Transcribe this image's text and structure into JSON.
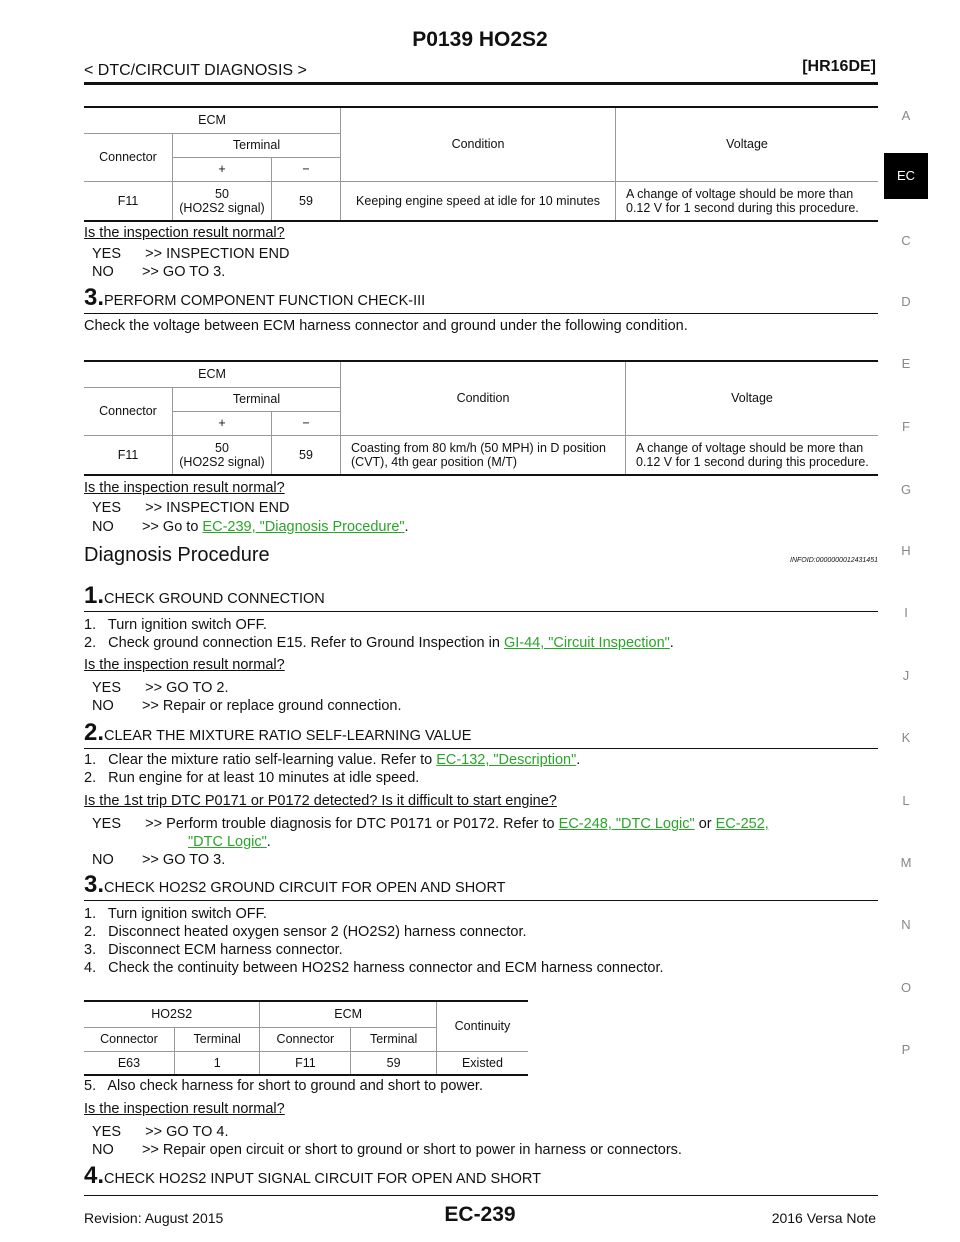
{
  "header": {
    "title": "P0139 HO2S2",
    "breadcrumb": "< DTC/CIRCUIT DIAGNOSIS >",
    "model": "[HR16DE]"
  },
  "side_tabs": [
    "A",
    "EC",
    "C",
    "D",
    "E",
    "F",
    "G",
    "H",
    "I",
    "J",
    "K",
    "L",
    "M",
    "N",
    "O",
    "P"
  ],
  "table1": {
    "h_ecm": "ECM",
    "h_connector": "Connector",
    "h_terminal": "Terminal",
    "h_plus": "+",
    "h_minus": "−",
    "h_condition": "Condition",
    "h_voltage": "Voltage",
    "connector": "F11",
    "terminal_plus": "50",
    "terminal_plus_sub": "(HO2S2 signal)",
    "terminal_minus": "59",
    "condition": "Keeping engine speed at idle for 10 minutes",
    "voltage_line1": "A change of voltage should be more than",
    "voltage_line2": "0.12 V for 1 second during this procedure."
  },
  "q1": "Is the inspection result normal?",
  "q1_yes": "YES      >> INSPECTION END",
  "q1_no": "NO       >> GO TO 3.",
  "step3a": {
    "num": "3.",
    "title": "PERFORM COMPONENT FUNCTION CHECK-III",
    "text": "Check the voltage between ECM harness connector and ground under the following condition."
  },
  "table2": {
    "h_ecm": "ECM",
    "h_connector": "Connector",
    "h_terminal": "Terminal",
    "h_plus": "+",
    "h_minus": "−",
    "h_condition": "Condition",
    "h_voltage": "Voltage",
    "connector": "F11",
    "terminal_plus": "50",
    "terminal_plus_sub": "(HO2S2 signal)",
    "terminal_minus": "59",
    "condition_line1": "Coasting from 80 km/h (50 MPH) in D position",
    "condition_line2": "(CVT), 4th gear position (M/T)",
    "voltage_line1": "A change of voltage should be more than",
    "voltage_line2": "0.12 V for 1 second during this procedure."
  },
  "q2": "Is the inspection result normal?",
  "q2_yes": "YES      >> INSPECTION END",
  "q2_no_prefix": "NO       >> Go to ",
  "q2_no_link": "EC-239, \"Diagnosis Procedure\"",
  "q2_no_suffix": ".",
  "section": {
    "title": "Diagnosis Procedure",
    "infoid": "INFOID:0000000012431451"
  },
  "step1": {
    "num": "1.",
    "title": "CHECK GROUND CONNECTION",
    "line1": "1.   Turn ignition switch OFF.",
    "line2_prefix": "2.   Check ground connection E15. Refer to Ground Inspection in ",
    "line2_link": "GI-44, \"Circuit Inspection\"",
    "line2_suffix": ".",
    "question": "Is the inspection result normal?",
    "yes": "YES      >> GO TO 2.",
    "no": "NO       >> Repair or replace ground connection."
  },
  "step2": {
    "num": "2.",
    "title": "CLEAR THE MIXTURE RATIO SELF-LEARNING VALUE",
    "line1_prefix": "1.   Clear the mixture ratio self-learning value. Refer to ",
    "line1_link": "EC-132, \"Description\"",
    "line1_suffix": ".",
    "line2": "2.   Run engine for at least 10 minutes at idle speed.",
    "question": "Is the 1st trip DTC P0171 or P0172 detected? Is it difficult to start engine?",
    "yes_prefix": "YES      >> Perform trouble diagnosis for DTC P0171 or P0172. Refer to ",
    "yes_link1": "EC-248, \"DTC Logic\"",
    "yes_mid": " or ",
    "yes_link2a": "EC-252,",
    "yes_link2b": "\"DTC Logic\"",
    "yes_suffix": ".",
    "no": "NO       >> GO TO 3."
  },
  "step3b": {
    "num": "3.",
    "title": "CHECK HO2S2 GROUND CIRCUIT FOR OPEN AND SHORT",
    "line1": "1.   Turn ignition switch OFF.",
    "line2": "2.   Disconnect heated oxygen sensor 2 (HO2S2) harness connector.",
    "line3": "3.   Disconnect ECM harness connector.",
    "line4": "4.   Check the continuity between HO2S2 harness connector and ECM harness connector.",
    "table": {
      "h_ho2s2": "HO2S2",
      "h_ecm": "ECM",
      "h_continuity": "Continuity",
      "h_connector1": "Connector",
      "h_terminal1": "Terminal",
      "h_connector2": "Connector",
      "h_terminal2": "Terminal",
      "c1": "E63",
      "t1": "1",
      "c2": "F11",
      "t2": "59",
      "continuity": "Existed"
    },
    "line5": "5.   Also check harness for short to ground and short to power.",
    "question": "Is the inspection result normal?",
    "yes": "YES      >> GO TO 4.",
    "no": "NO       >> Repair open circuit or short to ground or short to power in harness or connectors."
  },
  "step4": {
    "num": "4.",
    "title": "CHECK HO2S2 INPUT SIGNAL CIRCUIT FOR OPEN AND SHORT"
  },
  "footer": {
    "revision": "Revision: August 2015",
    "page": "EC-239",
    "vehicle": "2016 Versa Note"
  }
}
